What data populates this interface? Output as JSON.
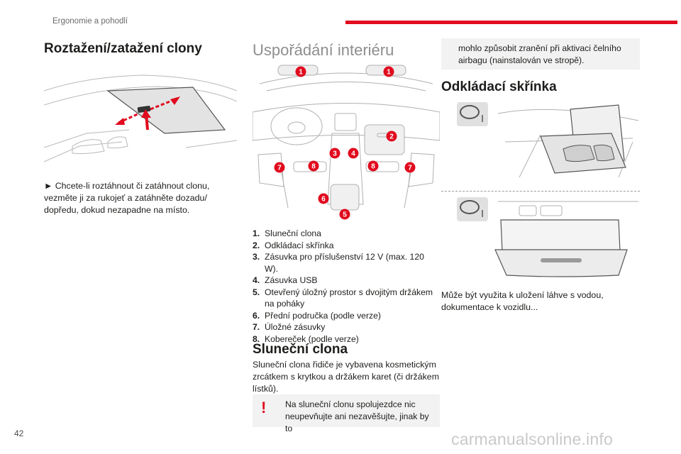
{
  "header": {
    "section_title": "Ergonomie a pohodlí",
    "page_number": "42"
  },
  "watermark": "carmanualsonline.info",
  "sunroof": {
    "title": "Roztažení/zatažení clony",
    "instruction": "► Chcete-li roztáhnout či zatáhnout clonu, vezměte ji za rukojeť a zatáhněte dozadu/ dopředu, dokud nezapadne na místo."
  },
  "interior": {
    "title": "Uspořádání interiéru",
    "legend": [
      {
        "num": "1.",
        "text": "Sluneční clona"
      },
      {
        "num": "2.",
        "text": "Odkládací skřínka"
      },
      {
        "num": "3.",
        "text": "Zásuvka pro příslušenství 12 V (max. 120 W)."
      },
      {
        "num": "4.",
        "text": "Zásuvka USB"
      },
      {
        "num": "5.",
        "text": "Otevřený úložný prostor s dvojitým držákem na poháky"
      },
      {
        "num": "6.",
        "text": "Přední područka (podle verze)"
      },
      {
        "num": "7.",
        "text": "Úložné zásuvky"
      },
      {
        "num": "8.",
        "text": "Kobereček (podle verze)"
      }
    ],
    "callouts": [
      "1",
      "1",
      "2",
      "3",
      "4",
      "7",
      "8",
      "8",
      "7",
      "6",
      "5"
    ]
  },
  "sun_visor": {
    "title": "Sluneční clona",
    "text": "Sluneční clona řidiče je vybavena kosmetickým zrcátkem s krytkou a držákem karet (či držákem lístků).",
    "warning_part1": "Na sluneční clonu spolujezdce nic neupevňujte ani nezavěšujte, jinak by to",
    "warning_part2": "mohlo způsobit zranění při aktivaci čelního airbagu (nainstalován ve stropě)."
  },
  "glovebox": {
    "title": "Odkládací skřínka",
    "text": "Může být využita k uložení láhve s vodou, dokumentace k vozidlu..."
  },
  "colors": {
    "accent": "#e10a1e",
    "box_bg": "#f2f2f2",
    "subtitle_gray": "#8e8e8e"
  }
}
